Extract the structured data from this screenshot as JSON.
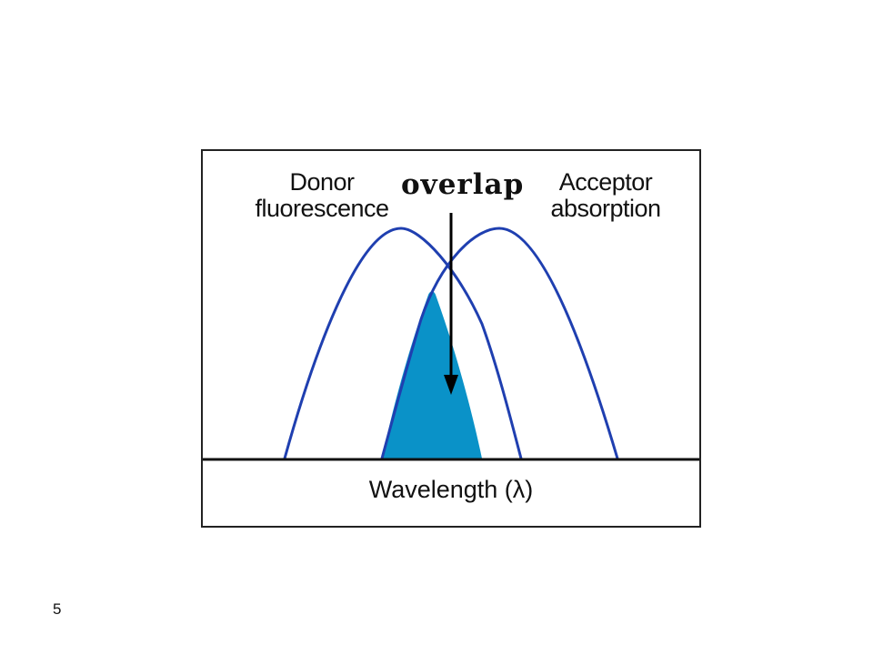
{
  "diagram": {
    "donor_label_line1": "Donor",
    "donor_label_line2": "fluorescence",
    "acceptor_label_line1": "Acceptor",
    "acceptor_label_line2": "absorption",
    "overlap_label": "overlap",
    "axis_label": "Wavelength (λ)",
    "colors": {
      "curve": "#1f3fb0",
      "overlap_fill": "#0a92c8",
      "arrow": "#000000",
      "frame": "#222222"
    }
  },
  "page_number": "5"
}
